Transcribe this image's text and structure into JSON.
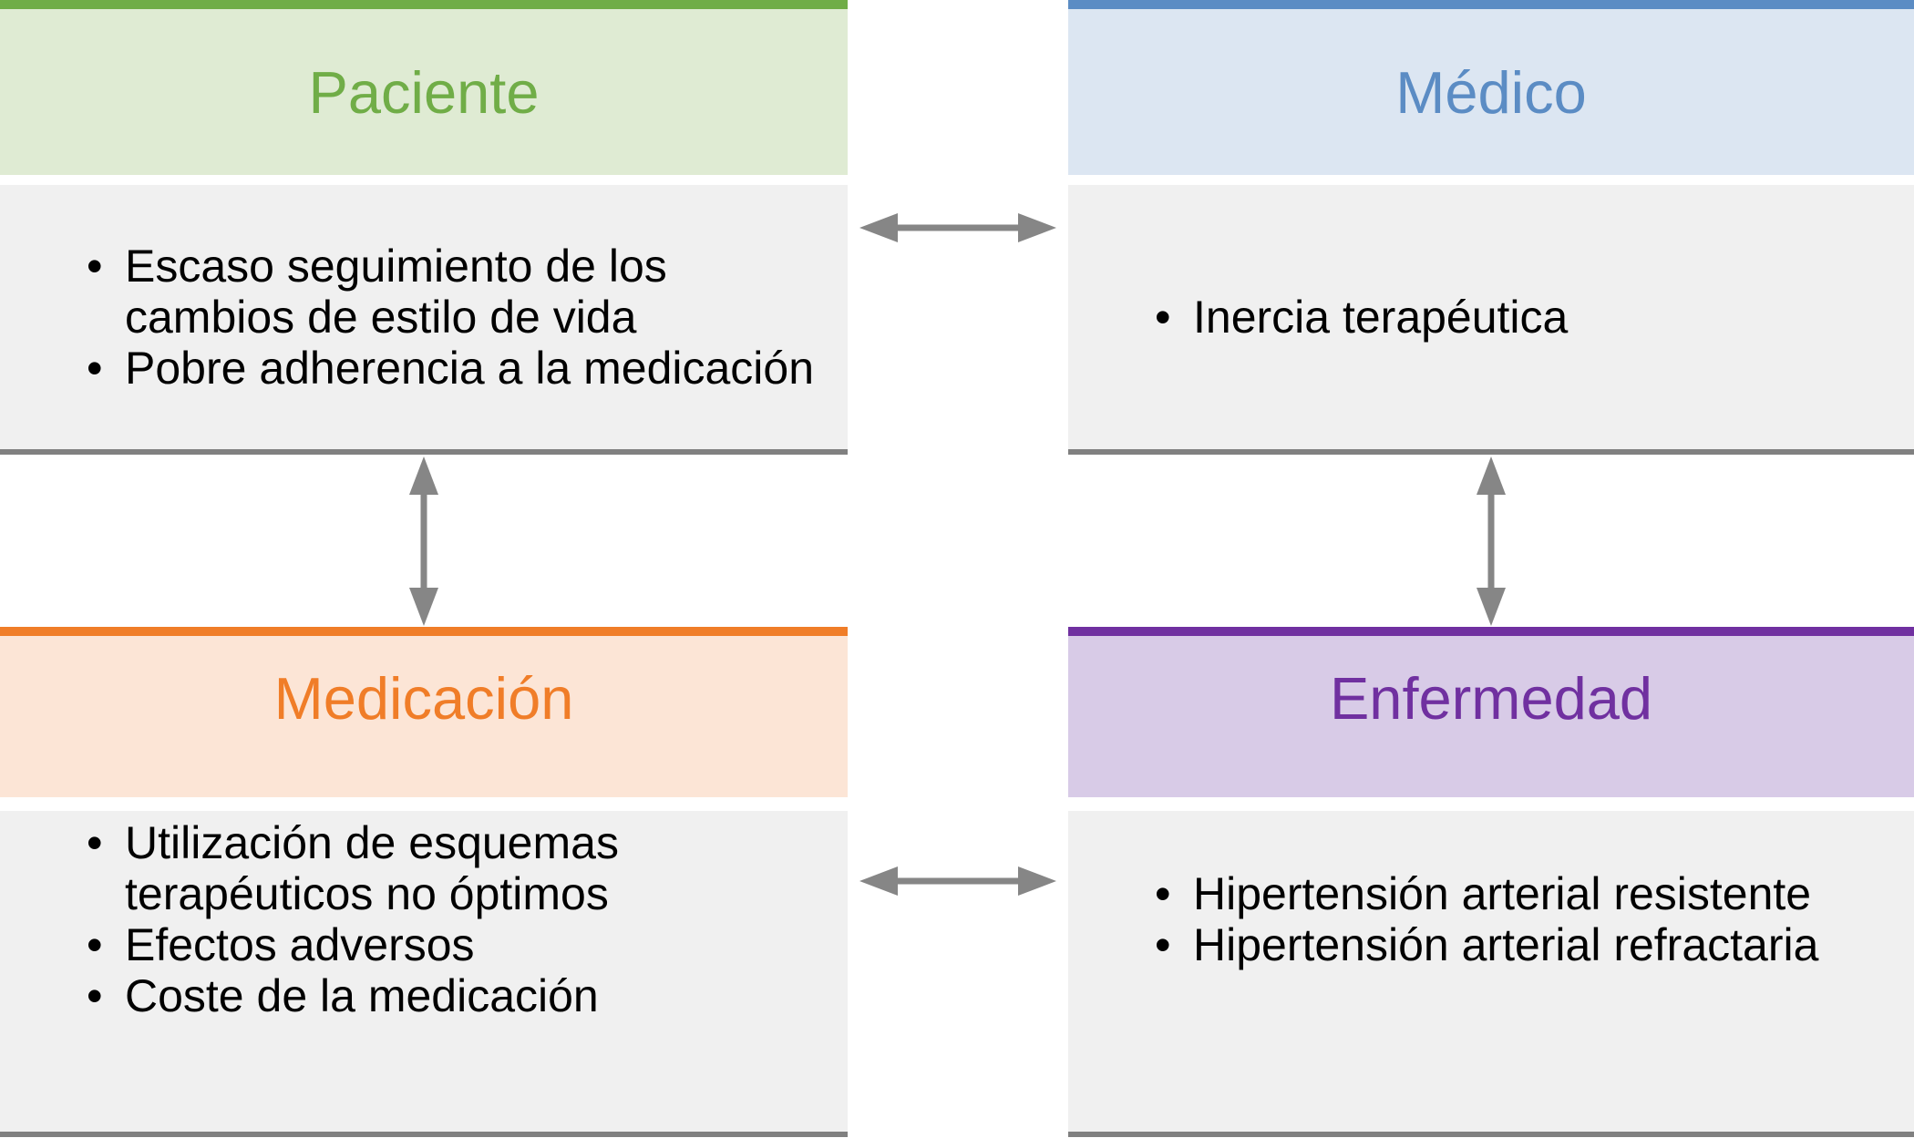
{
  "ui": {
    "bullet_char": "•"
  },
  "colors": {
    "green_accent": "#70AD47",
    "green_bg": "#DFEBD3",
    "blue_accent": "#5B8CC4",
    "blue_bg": "#DCE6F2",
    "orange_accent": "#F07D28",
    "orange_bg": "#FCE5D6",
    "purple_accent": "#7030A0",
    "purple_bg": "#D8CBE7",
    "body_bg": "#F0F0F0",
    "border_gray": "#808080",
    "arrow_gray": "#868686",
    "text_color": "#000000"
  },
  "boxes": {
    "paciente": {
      "title": "Paciente",
      "bullets": [
        "Escaso seguimiento de los cambios de estilo de vida",
        "Pobre adherencia a la medicación"
      ]
    },
    "medico": {
      "title": "Médico",
      "bullets": [
        "Inercia terapéutica"
      ]
    },
    "medicacion": {
      "title": "Medicación",
      "bullets": [
        "Utilización de esquemas terapéuticos no óptimos",
        "Efectos adversos",
        "Coste de la medicación"
      ]
    },
    "enfermedad": {
      "title": "Enfermedad",
      "bullets": [
        "Hipertensión arterial resistente",
        "Hipertensión arterial refractaria"
      ]
    }
  },
  "arrows": [
    {
      "id": "paciente-medico",
      "type": "double-headed",
      "orientation": "horizontal"
    },
    {
      "id": "paciente-medicacion",
      "type": "double-headed",
      "orientation": "vertical"
    },
    {
      "id": "medico-enfermedad",
      "type": "double-headed",
      "orientation": "vertical"
    },
    {
      "id": "medicacion-enfermedad",
      "type": "double-headed",
      "orientation": "horizontal"
    }
  ]
}
